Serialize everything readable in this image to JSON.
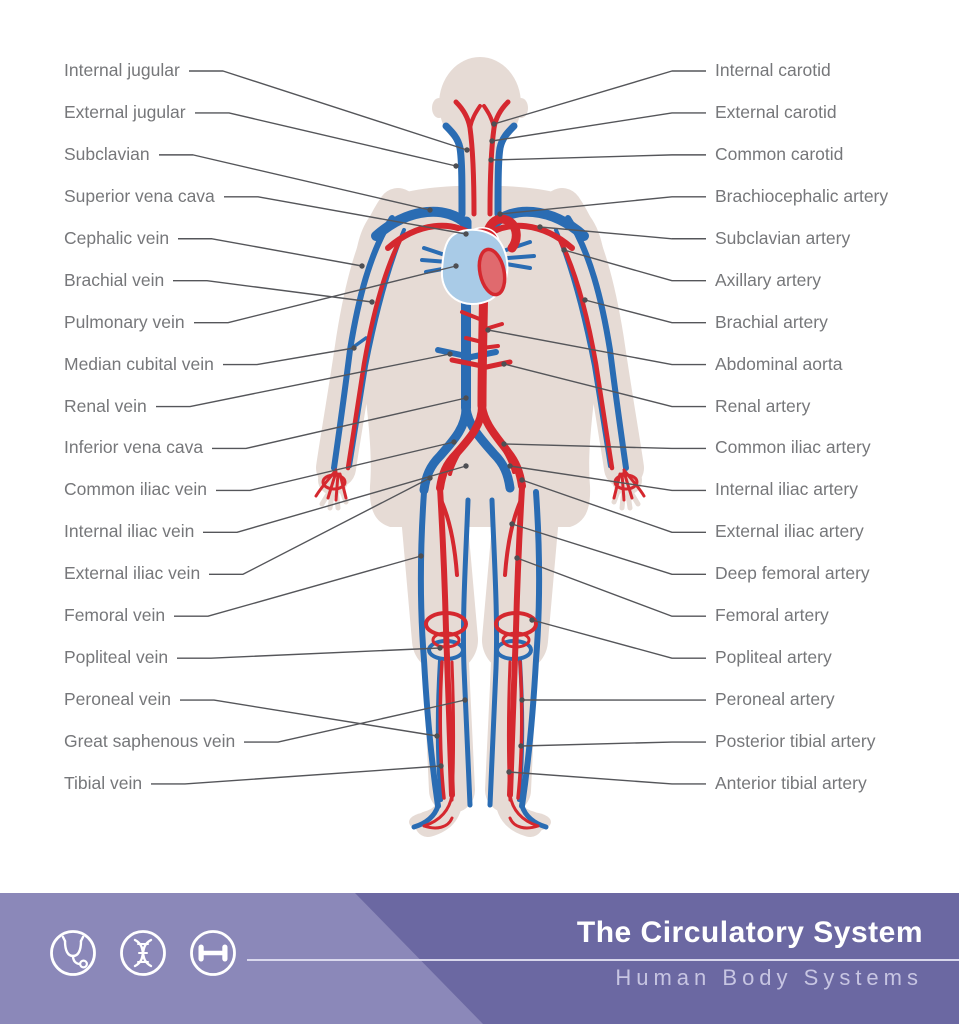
{
  "diagram": {
    "left_labels": [
      "Internal jugular",
      "External jugular",
      "Subclavian",
      "Superior vena cava",
      "Cephalic vein",
      "Brachial vein",
      "Pulmonary vein",
      "Median cubital vein",
      "Renal vein",
      "Inferior vena cava",
      "Common iliac vein",
      "Internal iliac vein",
      "External iliac vein",
      "Femoral vein",
      "Popliteal vein",
      "Peroneal vein",
      "Great saphenous vein",
      "Tibial vein"
    ],
    "right_labels": [
      "Internal carotid",
      "External carotid",
      "Common carotid",
      "Brachiocephalic artery",
      "Subclavian artery",
      "Axillary artery",
      "Brachial artery",
      "Abdominal aorta",
      "Renal artery",
      "Common iliac artery",
      "Internal iliac artery",
      "External iliac artery",
      "Deep femoral artery",
      "Femoral artery",
      "Popliteal artery",
      "Peroneal artery",
      "Posterior tibial artery",
      "Anterior tibial artery"
    ]
  },
  "footer": {
    "title": "The Circulatory System",
    "subtitle": "Human Body Systems",
    "icons": [
      "stethoscope-icon",
      "dna-icon",
      "dumbbell-icon"
    ]
  },
  "colors": {
    "artery_red": "#d5282f",
    "vein_blue": "#2a6cb3",
    "heart_blue": "#a9cbe7",
    "heart_red": "#e06a6e",
    "body_silhouette": "#e6dbd5",
    "label_text": "#76777a",
    "leader_line": "#55565a",
    "footer_light": "#8b88b9",
    "footer_dark": "#6b68a2"
  }
}
